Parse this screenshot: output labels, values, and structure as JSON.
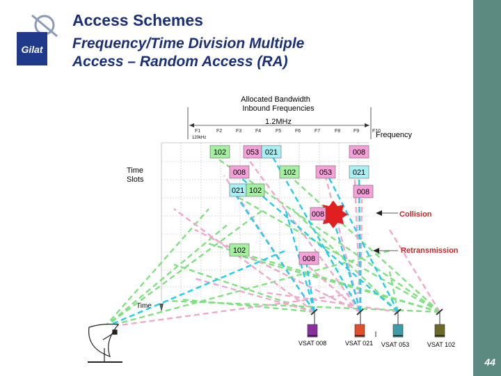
{
  "header": {
    "title": "Access Schemes",
    "subtitle_line1": "Frequency/Time Division Multiple",
    "subtitle_line2": "Access – Random Access (RA)",
    "logo_text": "Gilat"
  },
  "diagram": {
    "bandwidth_label_line1": "Allocated Bandwidth",
    "bandwidth_label_line2": "Inbound Frequencies",
    "span_label": "1.2MHz",
    "carrier_width_label": "120kHz",
    "frequency_axis_label": "Frequency",
    "time_slots_label_line1": "Time",
    "time_slots_label_line2": "Slots",
    "time_axis_label": "Time",
    "carriers": [
      "F1",
      "F2",
      "F3",
      "F4",
      "F5",
      "F6",
      "F7",
      "F8",
      "F9",
      "F10"
    ],
    "packets": [
      "102",
      "053",
      "021",
      "008",
      "008",
      "102",
      "053",
      "021",
      "021",
      "102",
      "008",
      "008",
      "102",
      "008"
    ],
    "collision_label": "Collision",
    "retransmission_label": "Retransmission",
    "vsats": [
      {
        "label": "VSAT 008",
        "color": "#8a2f9e"
      },
      {
        "label": "VSAT 021",
        "color": "#e0502c"
      },
      {
        "label": "VSAT 053",
        "color": "#3f9ba8"
      },
      {
        "label": "VSAT 102",
        "color": "#6b6a2a"
      }
    ],
    "colors": {
      "title": "#1a2f7a",
      "annotation_red": "#cc2222",
      "band": "#5d8a80",
      "packet_green": "#a4f0a0",
      "packet_pink": "#f5a0d8",
      "packet_cyan": "#a8f0f4",
      "line_green": "#7ee07e",
      "line_pink": "#f0a8c8",
      "line_cyan": "#22ccee"
    }
  },
  "page_number": "44"
}
